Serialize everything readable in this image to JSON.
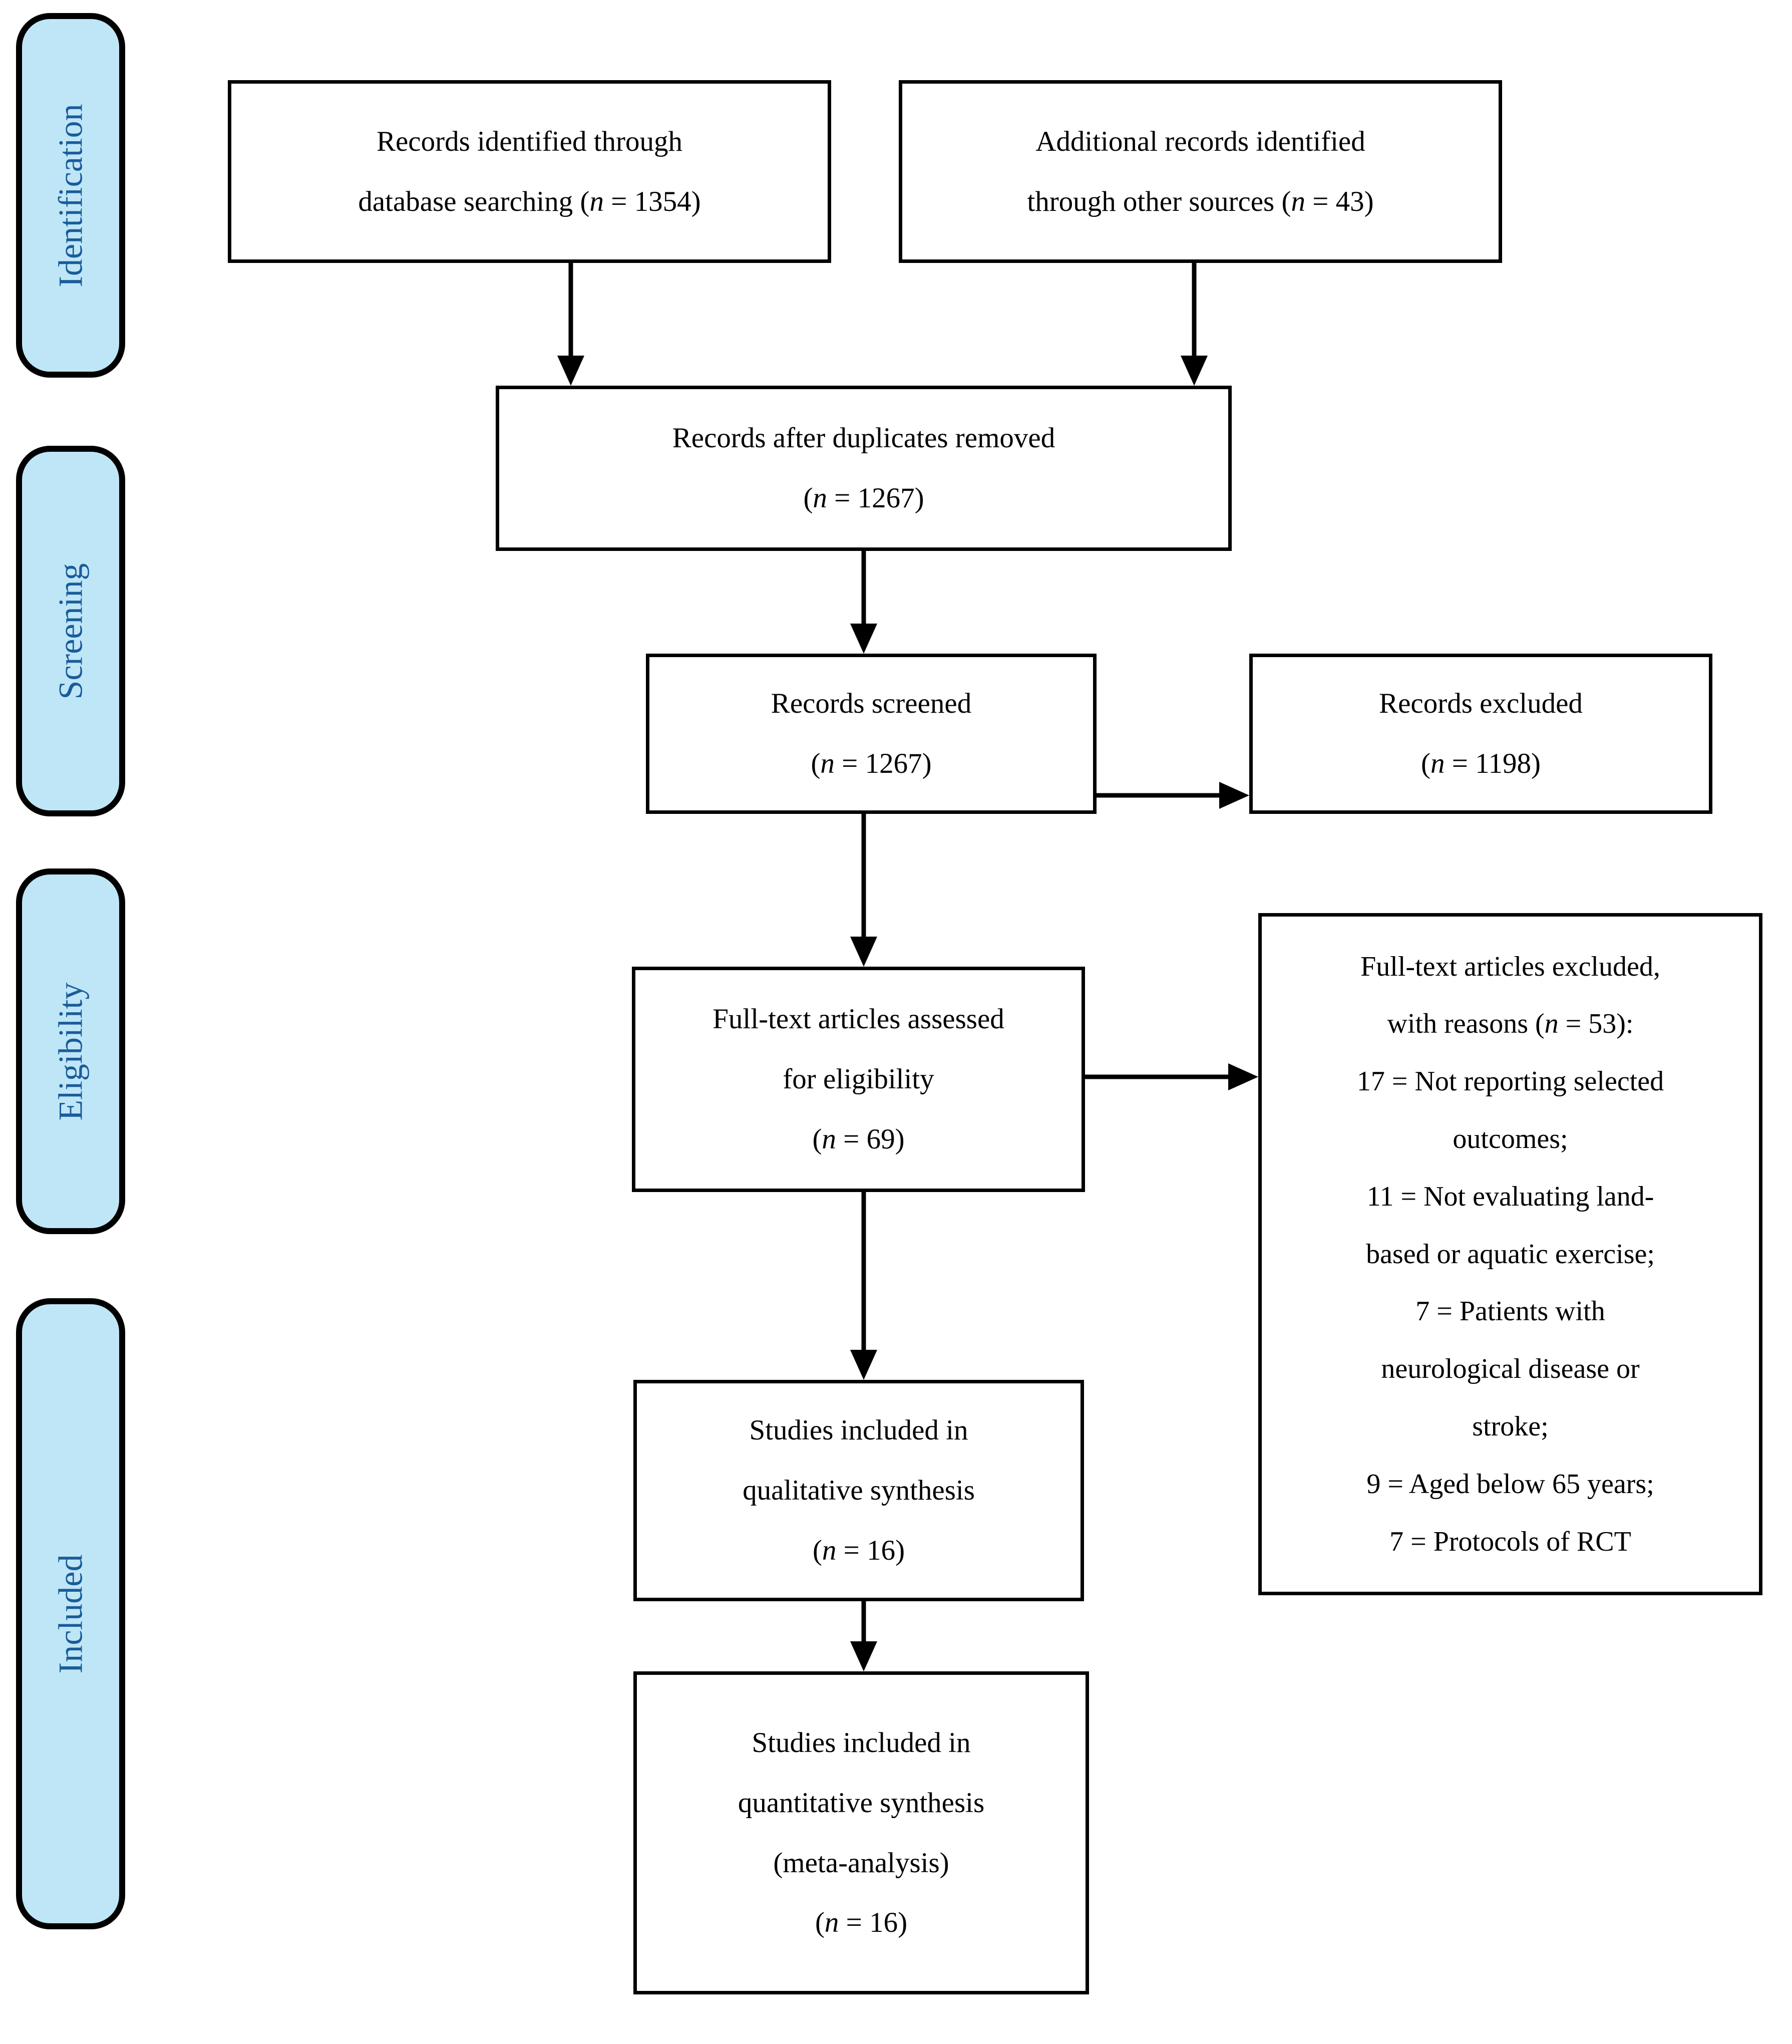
{
  "sidebar": {
    "items": [
      {
        "label": "Identification"
      },
      {
        "label": "Screening"
      },
      {
        "label": "Eligibility"
      },
      {
        "label": "Included"
      }
    ]
  },
  "flow": {
    "records_identified": {
      "lines": [
        [
          "Records identified through"
        ],
        [
          "database searching (",
          {
            "i": "n"
          },
          " = 1354)"
        ]
      ]
    },
    "additional_records": {
      "lines": [
        [
          "Additional records identified"
        ],
        [
          "through other sources (",
          {
            "i": "n"
          },
          " = 43)"
        ]
      ]
    },
    "after_duplicates": {
      "lines": [
        [
          "Records after duplicates removed"
        ],
        [
          "(",
          {
            "i": "n"
          },
          " = 1267)"
        ]
      ]
    },
    "screened": {
      "lines": [
        [
          "Records screened"
        ],
        [
          "(",
          {
            "i": "n"
          },
          " = 1267)"
        ]
      ]
    },
    "excluded": {
      "lines": [
        [
          "Records excluded"
        ],
        [
          "(",
          {
            "i": "n"
          },
          " = 1198)"
        ]
      ]
    },
    "fulltext_assessed": {
      "lines": [
        [
          "Full-text articles assessed"
        ],
        [
          "for eligibility"
        ],
        [
          "(",
          {
            "i": "n"
          },
          " = 69)"
        ]
      ]
    },
    "fulltext_excluded": {
      "lines": [
        [
          "Full-text articles excluded,"
        ],
        [
          "with reasons (",
          {
            "i": "n"
          },
          " = 53):"
        ],
        [
          "17 = Not reporting selected"
        ],
        [
          "outcomes;"
        ],
        [
          "11 = Not evaluating land-"
        ],
        [
          "based or aquatic exercise;"
        ],
        [
          "7 = Patients with"
        ],
        [
          "neurological disease or"
        ],
        [
          "stroke;"
        ],
        [
          "9 = Aged below 65 years;"
        ],
        [
          "7 = Protocols of RCT"
        ]
      ]
    },
    "qualitative": {
      "lines": [
        [
          "Studies included in"
        ],
        [
          "qualitative synthesis"
        ],
        [
          "(",
          {
            "i": "n"
          },
          " = 16)"
        ]
      ]
    },
    "quantitative": {
      "lines": [
        [
          "Studies included in"
        ],
        [
          "quantitative synthesis"
        ],
        [
          "(meta-analysis)"
        ],
        [
          "(",
          {
            "i": "n"
          },
          " = 16)"
        ]
      ]
    }
  },
  "counts": {
    "records_identified": 1354,
    "additional_records": 43,
    "after_duplicates": 1267,
    "screened": 1267,
    "excluded": 1198,
    "fulltext_assessed": 69,
    "fulltext_excluded_with_reasons": 53,
    "exclusion_reasons": [
      {
        "n": 17,
        "reason": "Not reporting selected outcomes"
      },
      {
        "n": 11,
        "reason": "Not evaluating land-based or aquatic exercise"
      },
      {
        "n": 7,
        "reason": "Patients with neurological disease or stroke"
      },
      {
        "n": 9,
        "reason": "Aged below 65 years"
      },
      {
        "n": 7,
        "reason": "Protocols of RCT"
      }
    ],
    "qualitative_synthesis": 16,
    "quantitative_synthesis": 16
  },
  "colors": {
    "stage_fill": "#BFE6F7",
    "stage_text": "#1A5C9A",
    "box_border": "#000000",
    "arrow": "#000000",
    "background": "#FFFFFF"
  }
}
